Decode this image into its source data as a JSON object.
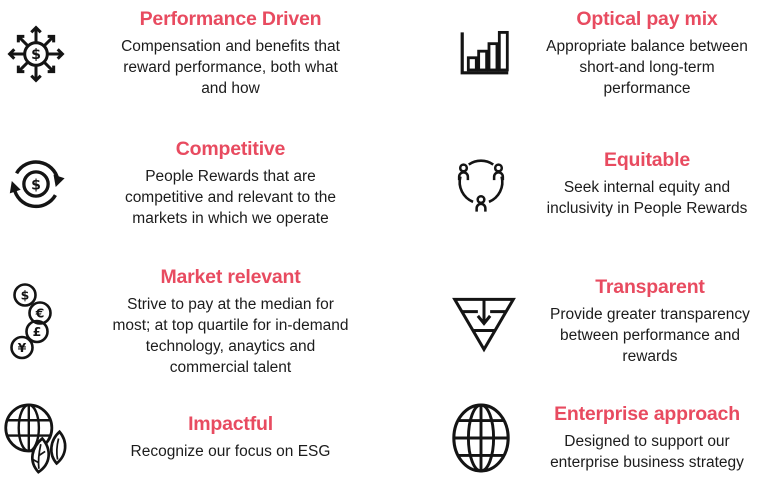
{
  "colors": {
    "accent": "#e84b60",
    "body_text": "#1c1c1c",
    "icon": "#141414",
    "background": "#ffffff"
  },
  "cards": [
    {
      "icon": "money-spread-icon",
      "title": "Performance Driven",
      "description_lines": [
        "Compensation and benefits that",
        "reward performance, both what",
        "and how"
      ]
    },
    {
      "icon": "bar-chart-icon",
      "title": "Optical pay mix",
      "description_lines": [
        "Appropriate balance between",
        "short-and long-term",
        "performance"
      ]
    },
    {
      "icon": "cycle-dollar-icon",
      "title": "Competitive",
      "description_lines": [
        "People Rewards that are",
        "competitive and relevant to the",
        "markets in which we operate"
      ]
    },
    {
      "icon": "people-circle-icon",
      "title": "Equitable",
      "description_lines": [
        "Seek internal equity and",
        "inclusivity in People Rewards"
      ]
    },
    {
      "icon": "currency-coins-icon",
      "title": "Market relevant",
      "description_lines": [
        "Strive to pay at the median for",
        "most; at top quartile for in-demand",
        "technology, anaytics and",
        "commercial talent"
      ]
    },
    {
      "icon": "funnel-transparency-icon",
      "title": "Transparent",
      "description_lines": [
        "Provide greater transparency",
        "between performance and",
        "rewards"
      ]
    },
    {
      "icon": "globe-leaf-icon",
      "title": "Impactful",
      "description_lines": [
        "Recognize our focus on ESG"
      ]
    },
    {
      "icon": "globe-grid-icon",
      "title": "Enterprise approach",
      "description_lines": [
        "Designed to support our",
        "enterprise business strategy"
      ]
    }
  ]
}
